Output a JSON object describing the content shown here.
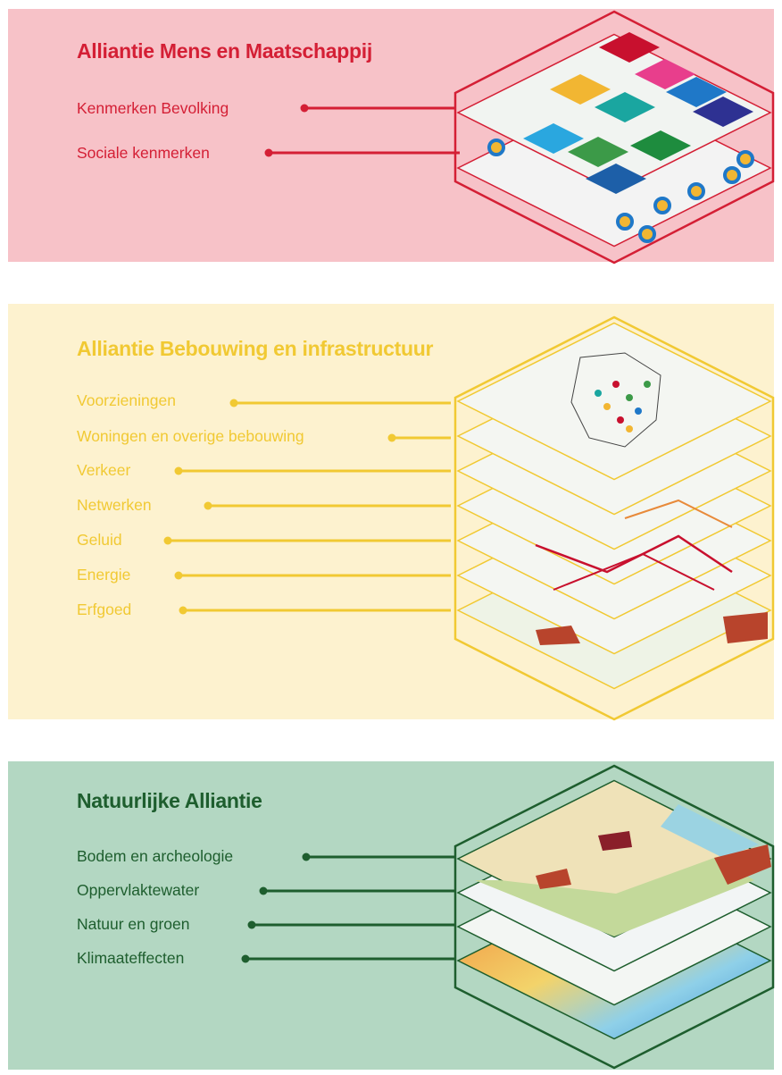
{
  "colors": {
    "red": "#d41f35",
    "red_bg": "#f7c2c8",
    "yellow": "#f1c933",
    "yellow_bg": "#fdf2cf",
    "green": "#1e5e2e",
    "green_bg": "#b3d7c2"
  },
  "sections": [
    {
      "title": "Alliantie Mens en Maatschappij",
      "theme": "red",
      "items": [
        "Kenmerken Bevolking",
        "Sociale kenmerken"
      ]
    },
    {
      "title": "Alliantie Bebouwing en infrastructuur",
      "theme": "yellow",
      "items": [
        "Voorzieningen",
        "Woningen en overige bebouwing",
        "Verkeer",
        "Netwerken",
        "Geluid",
        "Energie",
        "Erfgoed"
      ]
    },
    {
      "title": "Natuurlijke Alliantie",
      "theme": "green",
      "items": [
        "Bodem en archeologie",
        "Oppervlaktewater",
        "Natuur en groen",
        "Klimaateffecten"
      ]
    }
  ]
}
